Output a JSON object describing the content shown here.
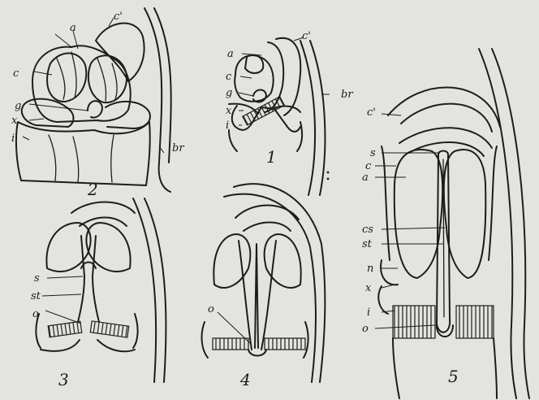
{
  "figures": [
    {
      "number": "1",
      "labels": [
        "a",
        "c'",
        "c",
        "g",
        "x",
        "i",
        "br"
      ]
    },
    {
      "number": "2",
      "labels": [
        "c'",
        "a",
        "c",
        "g",
        "x",
        "i",
        "br"
      ]
    },
    {
      "number": "3",
      "labels": [
        "s",
        "st",
        "o"
      ]
    },
    {
      "number": "4",
      "labels": [
        "o"
      ]
    },
    {
      "number": "5",
      "labels": [
        "c'",
        "s",
        "c",
        "a",
        "cs",
        "st",
        "n",
        "x",
        "i",
        "o"
      ]
    }
  ],
  "colors": {
    "paper": "#e3e3e1",
    "ink": "#1d1d1d"
  }
}
